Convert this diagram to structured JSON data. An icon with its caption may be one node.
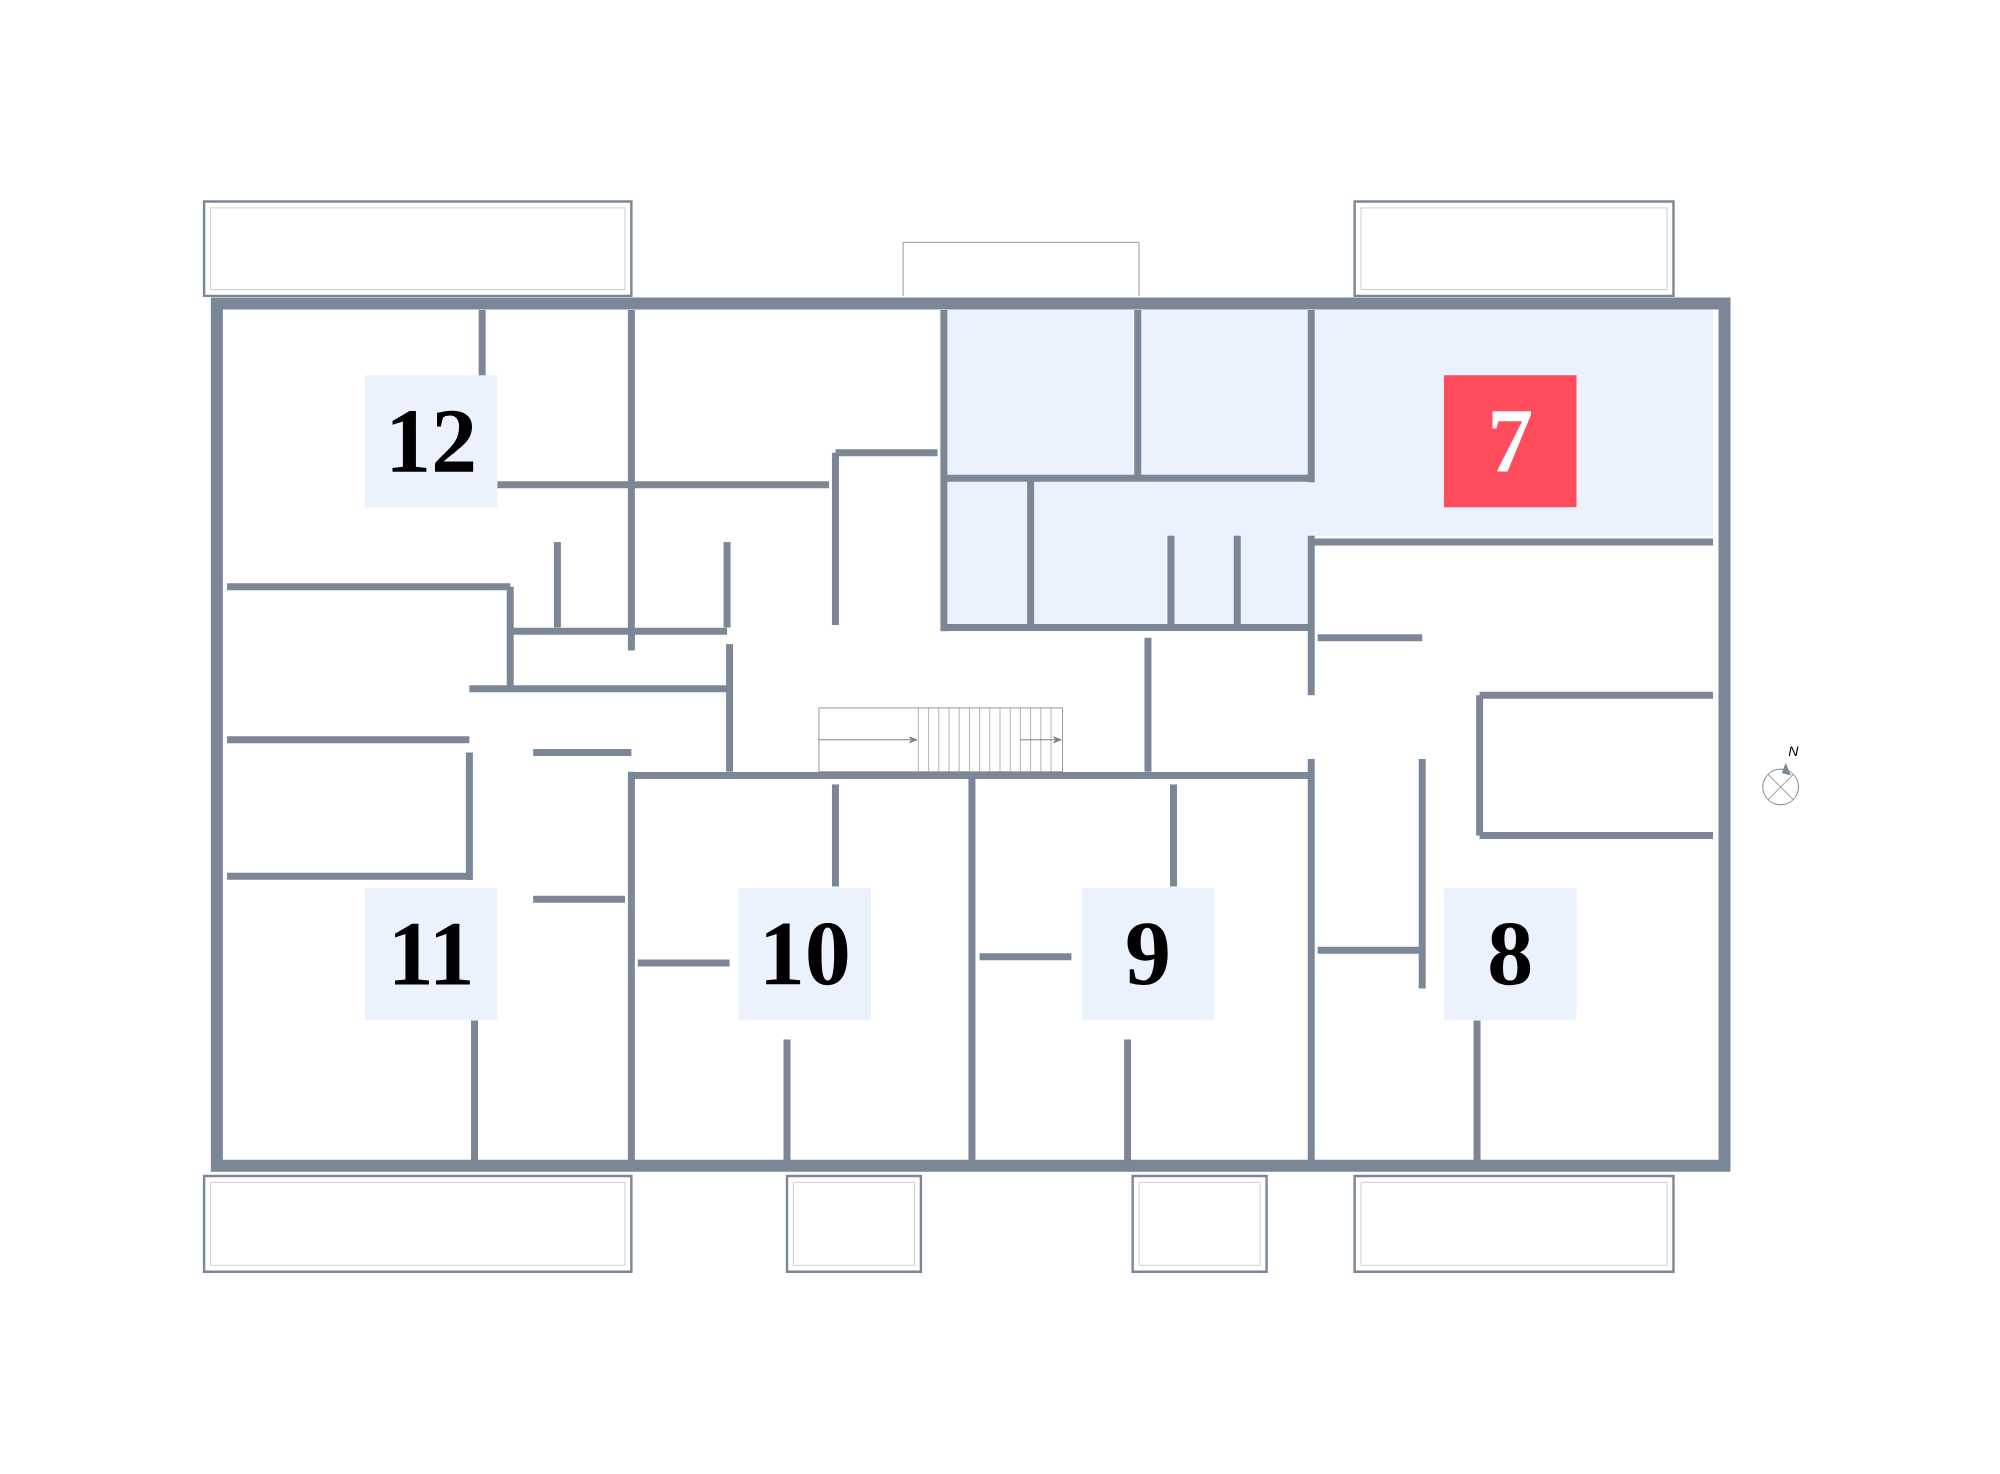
{
  "diagram": {
    "nodes": [
      {
        "text": [
          "12"
        ]
      },
      {
        "text": [
          "7"
        ]
      },
      {
        "text": [
          "11"
        ]
      },
      {
        "text": [
          "10"
        ]
      },
      {
        "text": [
          "9"
        ]
      },
      {
        "text": [
          "8"
        ]
      }
    ],
    "labels": [
      "N"
    ]
  }
}
